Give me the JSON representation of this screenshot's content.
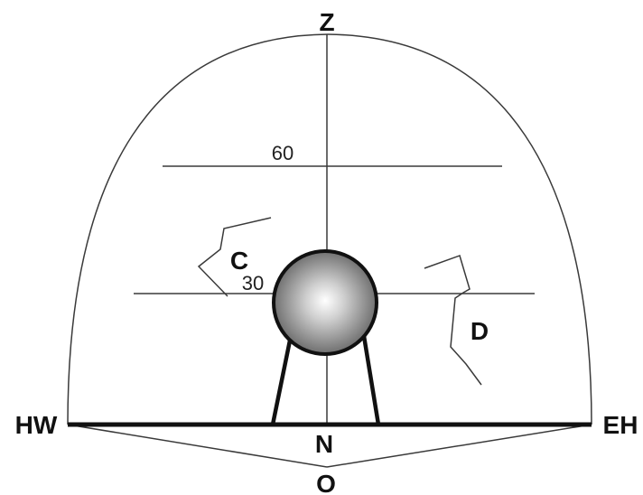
{
  "labels": {
    "zenith": "Z",
    "west_horizon": "HW",
    "east_horizon": "EH",
    "north": "N",
    "observer": "O",
    "c": "C",
    "d": "D"
  },
  "altitude_marks": [
    "60",
    "30"
  ],
  "colors": {
    "line": "#3a3a3a",
    "heavy_line": "#111111",
    "sphere_light": "#ffffff",
    "sphere_dark": "#5a5a5a",
    "background": "#ffffff"
  }
}
